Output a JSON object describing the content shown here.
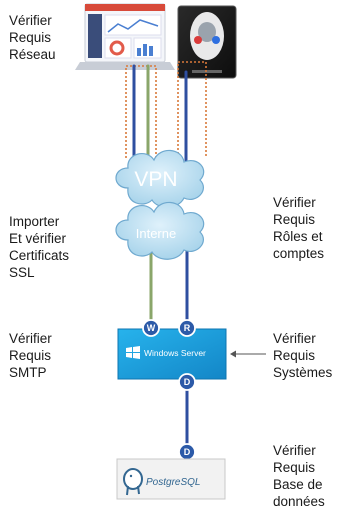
{
  "labels": {
    "network": "Vérifier\nRequis\nRéseau",
    "certificates": "Importer\nEt vérifier\nCertificats\nSSL",
    "roles": "Vérifier\nRequis\nRôles et\ncomptes",
    "smtp": "Vérifier\nRequis\nSMTP",
    "systems": "Vérifier\nRequis\nSystèmes",
    "database": "Vérifier\nRequis\nBase de\ndonnées"
  },
  "clouds": {
    "vpn": "VPN",
    "internet": "Interne"
  },
  "servers": {
    "windows": "Windows Server",
    "postgres": "PostgreSQL"
  },
  "nodes": {
    "w": "W",
    "r": "R",
    "d1": "D",
    "d2": "D"
  },
  "colors": {
    "blue_line": "#2f4fa0",
    "green_line": "#8aa66a",
    "orange_dotted": "#d9793a",
    "cloud_fill": "#b8dcf0",
    "windows_blue": "#1ea3dd",
    "node_blue": "#2c5aa8"
  },
  "icons": {
    "laptop": "laptop-icon",
    "tablet": "tablet-icon",
    "arrow": "left-arrow-icon",
    "postgres": "elephant-icon"
  }
}
